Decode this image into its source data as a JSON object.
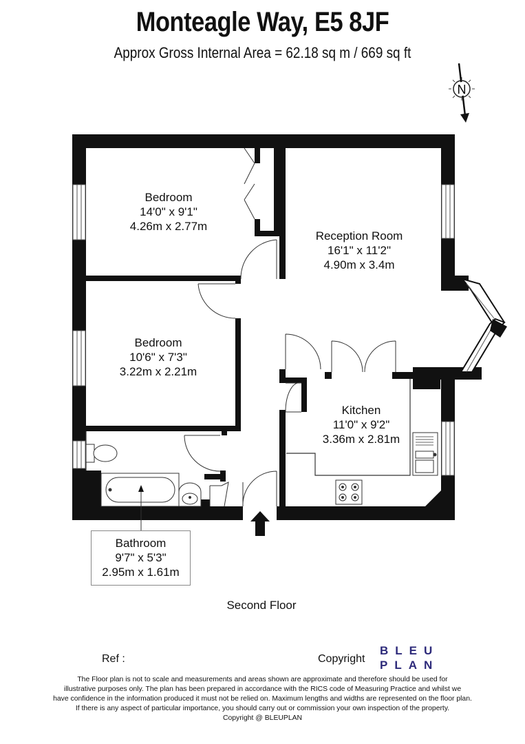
{
  "header": {
    "title": "Monteagle Way, E5 8JF",
    "subtitle": "Approx Gross Internal Area = 62.18 sq m / 669 sq ft"
  },
  "compass": {
    "letter": "N"
  },
  "rooms": {
    "bedroom1": {
      "name": "Bedroom",
      "imperial": "14'0\" x 9'1\"",
      "metric": "4.26m x 2.77m"
    },
    "bedroom2": {
      "name": "Bedroom",
      "imperial": "10'6\" x 7'3\"",
      "metric": "3.22m x 2.21m"
    },
    "reception": {
      "name": "Reception Room",
      "imperial": "16'1\" x 11'2\"",
      "metric": "4.90m x 3.4m"
    },
    "kitchen": {
      "name": "Kitchen",
      "imperial": "11'0\" x 9'2\"",
      "metric": "3.36m x 2.81m"
    },
    "bathroom": {
      "name": "Bathroom",
      "imperial": "9'7\" x 5'3\"",
      "metric": "2.95m x 1.61m"
    }
  },
  "floor_label": "Second Floor",
  "footer": {
    "ref_label": "Ref :",
    "copyright_label": "Copyright",
    "logo_line1": "BLEU",
    "logo_line2": "PLAN",
    "logo_color": "#2d2a7a",
    "disclaimer": [
      "The Floor plan is not to scale and measurements and areas shown are approximate and therefore should be used for",
      "illustrative purposes only. The plan has been prepared in accordance with the RICS code of Measuring Practice and whilst we",
      "have confidence in the information produced it must not be relied on. Maximum lengths and widths are represented on the floor plan.",
      "If there is any aspect of particular importance, you should carry out or commission your own inspection of the property.",
      "Copyright @ BLEUPLAN"
    ]
  }
}
